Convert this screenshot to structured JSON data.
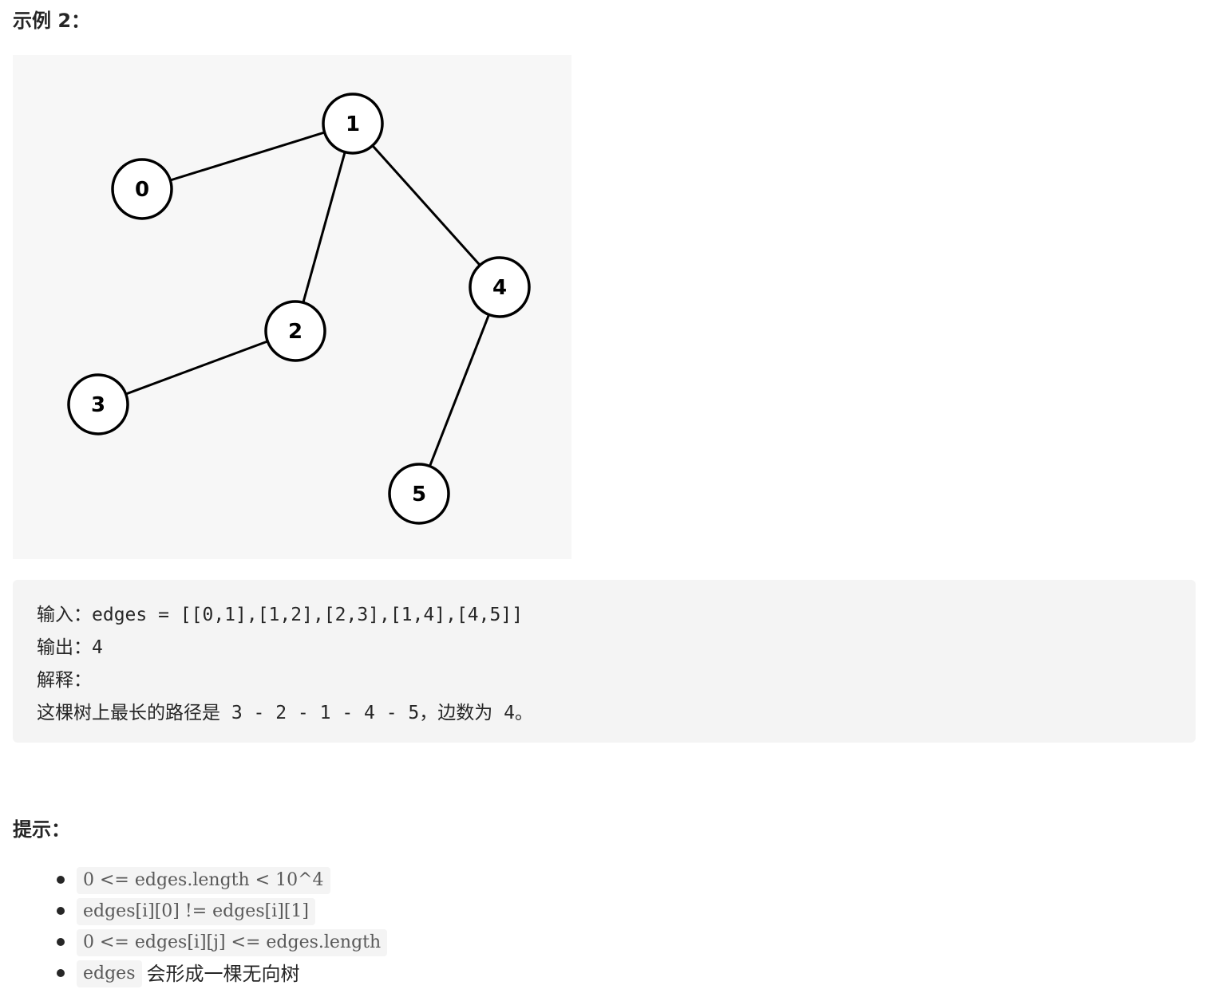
{
  "example": {
    "heading": "示例 2：",
    "graph": {
      "nodes": [
        "0",
        "1",
        "2",
        "3",
        "4",
        "5"
      ],
      "edges": [
        [
          "0",
          "1"
        ],
        [
          "1",
          "2"
        ],
        [
          "2",
          "3"
        ],
        [
          "1",
          "4"
        ],
        [
          "4",
          "5"
        ]
      ]
    },
    "code": {
      "input": "输入：edges = [[0,1],[1,2],[2,3],[1,4],[4,5]]",
      "output": "输出：4",
      "explain_label": "解释：",
      "explain_text": "这棵树上最长的路径是 3 - 2 - 1 - 4 - 5，边数为 4。"
    }
  },
  "hints": {
    "heading": "提示：",
    "items": [
      {
        "code": "0 <= edges.length <  10^4",
        "text": ""
      },
      {
        "code": "edges[i][0] != edges[i][1]",
        "text": ""
      },
      {
        "code": "0 <= edges[i][j] <= edges.length",
        "text": ""
      },
      {
        "code": "edges",
        "text": "会形成一棵无向树"
      }
    ]
  }
}
